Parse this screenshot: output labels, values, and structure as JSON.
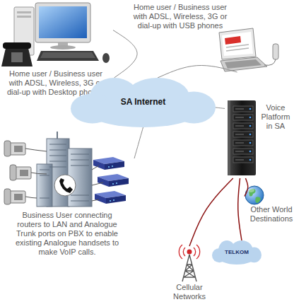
{
  "diagram": {
    "nodes": [
      {
        "text": [
          "Home user / Business user with ADSL, Wireless, 3G or dial-up with USB phones"
        ]
      },
      {
        "text": [
          "Home user / Business user with ADSL, Wireless, 3G or dial-up with Desktop phones"
        ]
      },
      {
        "text": [
          "SA Internet"
        ]
      },
      {
        "text": [
          "Voice Platform in SA"
        ]
      },
      {
        "text": [
          "Business User connecting routers to LAN and Analogue Trunk ports on PBX to enable existing Analogue handsets to make VoIP calls."
        ]
      },
      {
        "text": [
          "Other World Destinations"
        ]
      },
      {
        "text": [
          "TELKOM"
        ]
      },
      {
        "text": [
          "Cellular Networks"
        ]
      }
    ],
    "edges": [
      {
        "from": 2,
        "to": 1,
        "arrow": "none"
      },
      {
        "from": 2,
        "to": 0,
        "arrow": "none"
      },
      {
        "from": 2,
        "to": 4,
        "arrow": "none"
      },
      {
        "from": 2,
        "to": 3,
        "arrow": "none"
      },
      {
        "from": 3,
        "to": 5,
        "arrow": "none"
      },
      {
        "from": 3,
        "to": 6,
        "arrow": "none"
      },
      {
        "from": 3,
        "to": 7,
        "arrow": "none"
      }
    ]
  }
}
